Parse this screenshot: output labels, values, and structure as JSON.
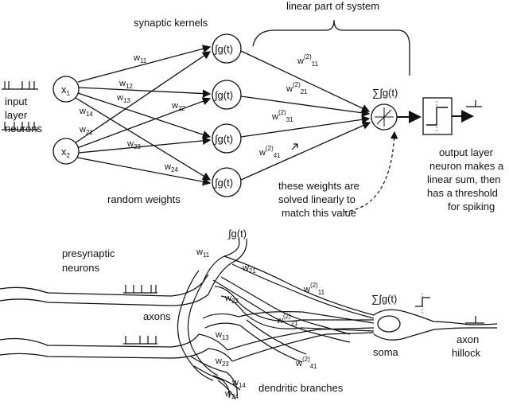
{
  "top": {
    "title_linear": "linear part of system",
    "synaptic_kernels": "synaptic kernels",
    "input_label": [
      "input",
      "layer",
      "neurons"
    ],
    "x1_main": "x",
    "x1_sub": "1",
    "x2_main": "x",
    "x2_sub": "2",
    "kernel": "∫g(t)",
    "sum_kernel": "∑∫g(t)",
    "random_weights": "random weights",
    "solved_note": [
      "these weights are",
      "solved linearly to",
      "match this value"
    ],
    "output_note": [
      "output layer",
      "neuron makes a",
      "linear sum, then",
      "has a threshold",
      "for spiking"
    ],
    "w_base": "w",
    "weights_first": [
      "11",
      "12",
      "13",
      "14",
      "21",
      "22",
      "23",
      "24"
    ],
    "weights_second": [
      "11",
      "21",
      "31",
      "41"
    ],
    "superscript_2": "(2)"
  },
  "bottom": {
    "presynaptic": [
      "presynaptic",
      "neurons"
    ],
    "axons": "axons",
    "soma": "soma",
    "axon_hillock": [
      "axon",
      "hillock"
    ],
    "dendritic": "dendritic branches",
    "kernel": "∫g(t)",
    "sum_kernel": "∑∫g(t)",
    "w_base": "w",
    "weights_first": [
      "11",
      "21",
      "22",
      "13",
      "23",
      "14",
      "24"
    ],
    "weights_second": [
      "11",
      "21",
      "41"
    ],
    "superscript_2": "(2)"
  }
}
